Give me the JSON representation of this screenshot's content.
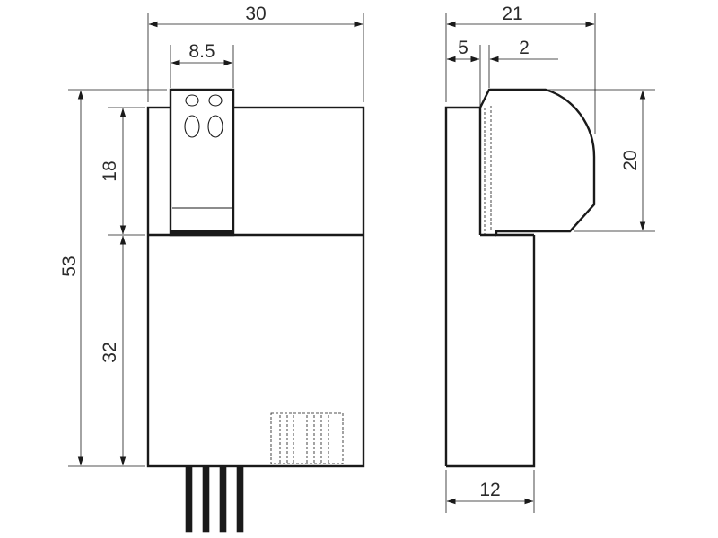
{
  "dimensions": {
    "front_width": "30",
    "terminal_width": "8.5",
    "overall_height": "53",
    "upper_height": "18",
    "lower_height": "32",
    "side_depth": "21",
    "step_depth": "5",
    "lip_gap": "2",
    "cap_height": "20",
    "base_depth": "12"
  }
}
